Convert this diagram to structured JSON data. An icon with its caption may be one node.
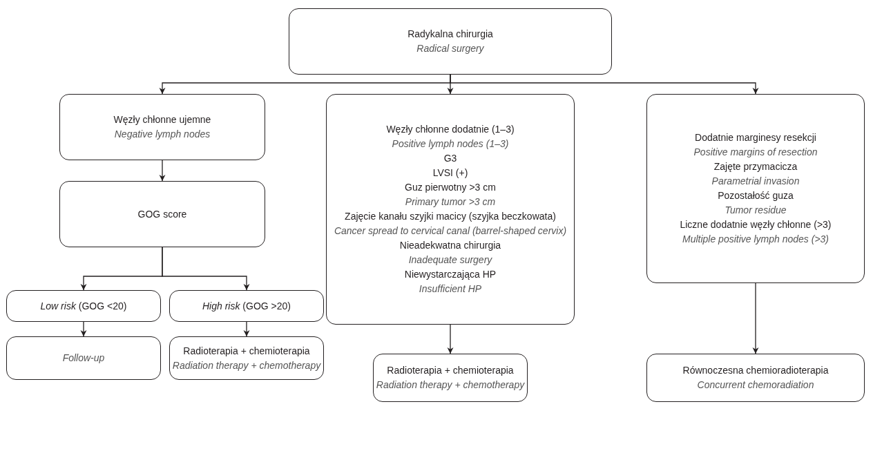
{
  "diagram": {
    "nodes": [
      {
        "text": [
          "Radykalna chirurgia",
          "Radical surgery"
        ]
      },
      {
        "text": [
          "Węzły chłonne ujemne",
          "Negative lymph nodes"
        ]
      },
      {
        "text": [
          "Węzły chłonne dodatnie (1–3)",
          "Positive lymph nodes (1–3)",
          "G3",
          "LVSI (+)",
          "Guz pierwotny >3 cm",
          "Primary tumor >3 cm",
          "Zajęcie kanału szyjki macicy (szyjka beczkowata)",
          "Cancer spread to cervical canal (barrel-shaped cervix)",
          "Nieadekwatna chirurgia",
          "Inadequate surgery",
          "Niewystarczająca HP",
          "Insufficient HP"
        ]
      },
      {
        "text": [
          "Dodatnie marginesy resekcji",
          "Positive margins of resection",
          "Zajęte przymacicza",
          "Parametrial invasion",
          "Pozostałość guza",
          "Tumor residue",
          "Liczne dodatnie węzły chłonne (>3)",
          "Multiple positive lymph nodes (>3)"
        ]
      },
      {
        "text": [
          "GOG score"
        ]
      },
      {
        "text": [
          "*Low risk* (GOG <20)"
        ]
      },
      {
        "text": [
          "*High risk* (GOG >20)"
        ]
      },
      {
        "text": [
          "Radioterapia + chemioterapia",
          "Radiation therapy + chemotherapy"
        ]
      },
      {
        "text": [
          "Równoczesna chemioradioterapia",
          "Concurrent chemoradiation"
        ]
      },
      {
        "text": [
          "Follow-up"
        ]
      },
      {
        "text": [
          "Radioterapia + chemioterapia",
          "Radiation therapy + chemotherapy"
        ]
      }
    ],
    "edges": [
      {
        "from": 0,
        "to": 1,
        "arrow": "to"
      },
      {
        "from": 0,
        "to": 2,
        "arrow": "to"
      },
      {
        "from": 0,
        "to": 3,
        "arrow": "to"
      },
      {
        "from": 1,
        "to": 4,
        "arrow": "to"
      },
      {
        "from": 4,
        "to": 5,
        "arrow": "to"
      },
      {
        "from": 4,
        "to": 6,
        "arrow": "to"
      },
      {
        "from": 5,
        "to": 9,
        "arrow": "to"
      },
      {
        "from": 6,
        "to": 10,
        "arrow": "to"
      },
      {
        "from": 2,
        "to": 7,
        "arrow": "to"
      },
      {
        "from": 3,
        "to": 8,
        "arrow": "to"
      }
    ]
  }
}
